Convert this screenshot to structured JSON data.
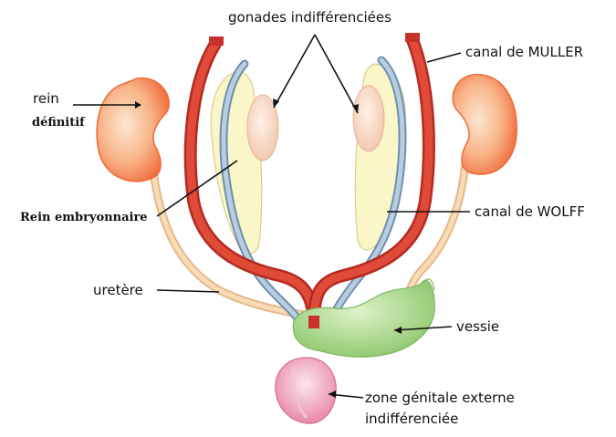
{
  "labels": {
    "gonades": "gonades indifférenciées",
    "muller": "canal de MULLER",
    "rein": "rein",
    "rein_definitif": "définitif",
    "rein_embryonnaire": "Rein embryonnaire",
    "wolff": "canal de WOLFF",
    "uretere": "uretère",
    "vessie": "vessie",
    "zone_line1": "zone génitale externe",
    "zone_line2": "indifférenciée"
  },
  "colors": {
    "kidney": "#f7a878",
    "kidney_edge": "#f07040",
    "mesonephros": "#fbf6c8",
    "gonad": "#f8d7c4",
    "muller": "#d63a2e",
    "wolff": "#9fb8cf",
    "ureter": "#f2c99a",
    "bladder": "#a9d98a",
    "genital": "#f3a9c0"
  }
}
